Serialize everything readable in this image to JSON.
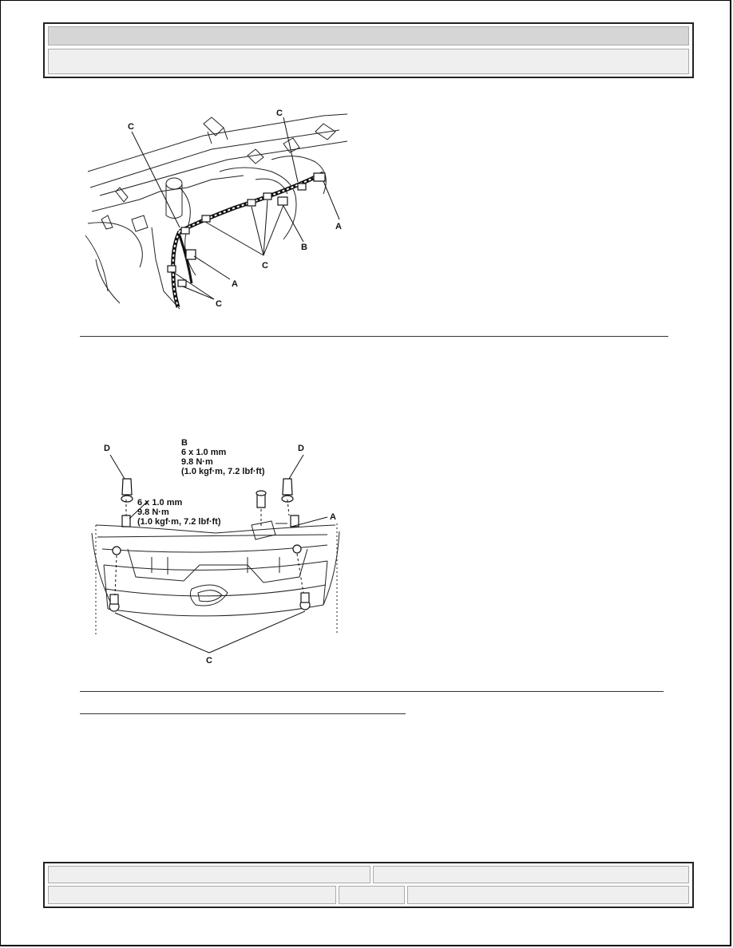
{
  "header": {
    "title": "",
    "subtitle": ""
  },
  "figure1": {
    "labels": {
      "c_top_left": "C",
      "c_top_right": "C",
      "a_right": "A",
      "b_mid": "B",
      "c_mid": "C",
      "a_lower": "A",
      "c_bottom": "C"
    }
  },
  "figure2": {
    "labels": {
      "d_left": "D",
      "d_right": "D",
      "b_label": "B",
      "b_size": "6 x 1.0 mm",
      "b_torque": "9.8 N·m",
      "b_torque_alt": "(1.0 kgf·m, 7.2 lbf·ft)",
      "left_size": "6 x 1.0 mm",
      "left_torque": "9.8 N·m",
      "left_torque_alt": "(1.0 kgf·m, 7.2 lbf·ft)",
      "a_label": "A",
      "c_label": "C"
    }
  },
  "footer": {
    "cell1": "",
    "cell2": "",
    "cell3": "",
    "cell4": "",
    "cell5": ""
  }
}
